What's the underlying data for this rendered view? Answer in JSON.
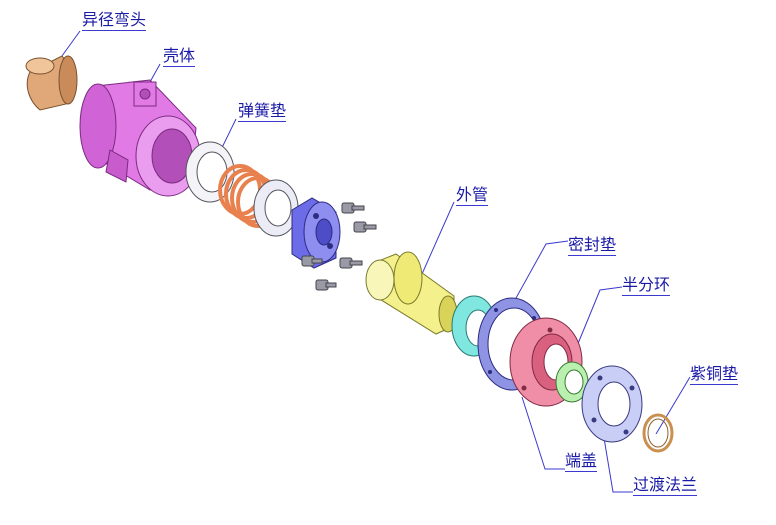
{
  "diagram": {
    "labels": {
      "reducer_elbow": "异径弯头",
      "housing": "壳体",
      "spring_washer": "弹簧垫",
      "outer_tube": "外管",
      "sealing_gasket": "密封垫",
      "half_ring": "半分环",
      "copper_washer": "紫铜垫",
      "end_cap": "端盖",
      "transition_flange": "过渡法兰"
    },
    "colors": {
      "elbow": "#e0a878",
      "housing": "#e27ae6",
      "spring": "#e8814e",
      "bushing": "#6d6ce8",
      "outer_tube": "#f4f08c",
      "seal_ring_cyan": "#7fe6e0",
      "gasket_blue": "#8e93e4",
      "end_cap": "#ef8ea6",
      "half_ring": "#b9f0b0",
      "flange": "#c8cef5",
      "copper": "#e4bf86",
      "leader": "#3a3ad0"
    }
  }
}
